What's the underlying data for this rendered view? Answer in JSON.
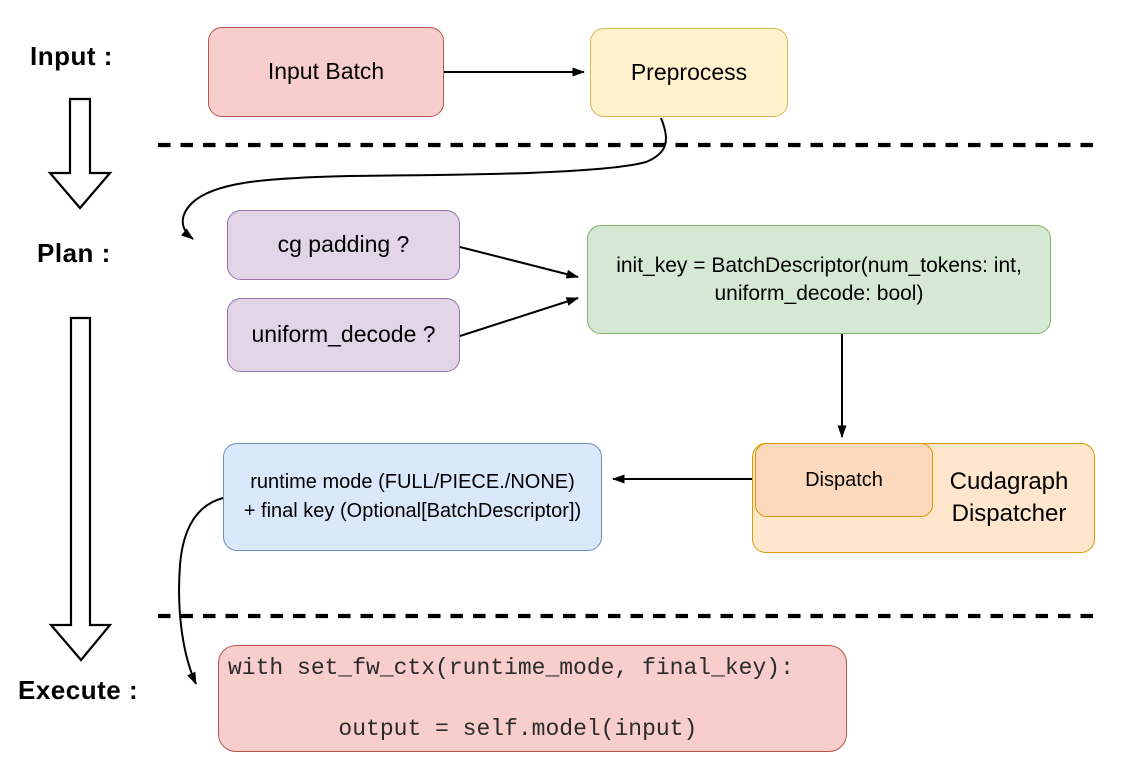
{
  "stage_labels": {
    "input": "Input :",
    "plan": "Plan :",
    "execute": "Execute :"
  },
  "nodes": {
    "input_batch": {
      "label": "Input Batch"
    },
    "preprocess": {
      "label": "Preprocess"
    },
    "cg_padding": {
      "label": "cg padding ?"
    },
    "uniform_decode": {
      "label": "uniform_decode ?"
    },
    "init_key": {
      "line1": "init_key = BatchDescriptor(num_tokens: int,",
      "line2": "uniform_decode: bool)"
    },
    "dispatch": {
      "label": "Dispatch"
    },
    "cudagraph_dispatcher": {
      "line1": "Cudagraph",
      "line2": "Dispatcher"
    },
    "runtime_mode": {
      "line1": "runtime mode (FULL/PIECE./NONE)",
      "line2": "+ final key (Optional[BatchDescriptor])"
    },
    "execute_code": {
      "line1": "with set_fw_ctx(runtime_mode, final_key):",
      "line2": "    output = self.model(input)"
    }
  },
  "colors": {
    "red_fill": "#f8cecc",
    "red_stroke": "#b85450",
    "yellow_fill": "#fff2cc",
    "yellow_stroke": "#d6b656",
    "purple_fill": "#e1d5e7",
    "purple_stroke": "#9673a6",
    "green_fill": "#d5e8d4",
    "green_stroke": "#82b366",
    "orange_fill": "#ffe6cc",
    "orange_inner_fill": "#fcd9bd",
    "orange_stroke": "#d79b00",
    "blue_fill": "#dae8fc",
    "blue_stroke": "#6c8ebf",
    "wire": "#000000"
  }
}
